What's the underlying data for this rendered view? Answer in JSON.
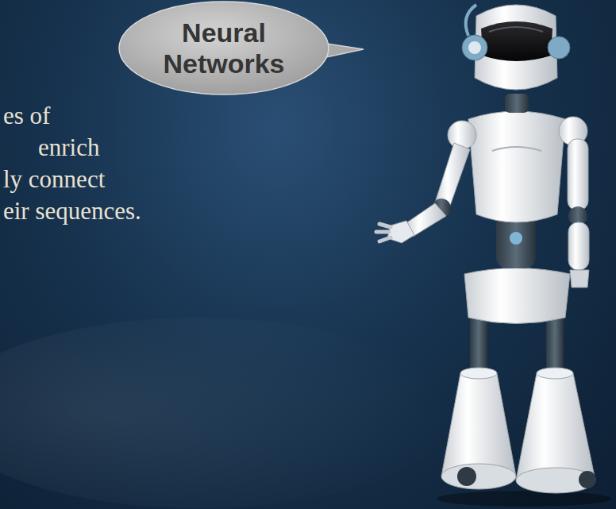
{
  "diagram": {
    "nodes": [
      {
        "text": [
          "Neural Networks"
        ]
      }
    ],
    "labels": [
      "es of",
      "enrich",
      "ly connect",
      "eir sequences."
    ]
  }
}
